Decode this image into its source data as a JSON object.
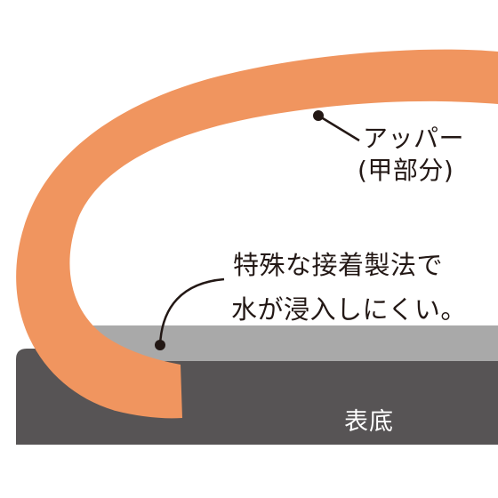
{
  "colors": {
    "upper": "#f0955f",
    "insole": "#a9a9a9",
    "sole": "#575455",
    "leader": "#231815",
    "text": "#231815",
    "sole_text": "#ffffff"
  },
  "labels": {
    "upper_name": "アッパー",
    "upper_sub": "(甲部分)",
    "bond_line_1": "特殊な接着製法で",
    "bond_line_2": "水が浸入しにくい。",
    "sole": "表底"
  }
}
